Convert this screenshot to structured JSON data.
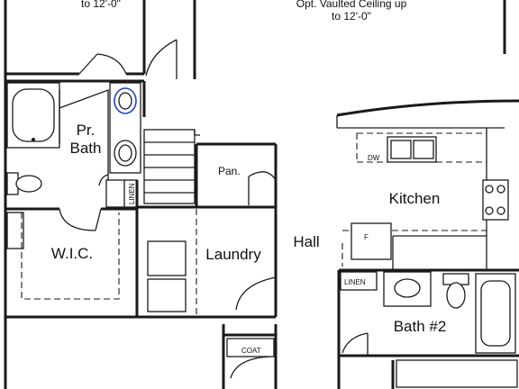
{
  "labels": {
    "note_left": "to 12'-0\"",
    "note_right_line1": "Opt. Vaulted Ceiling up",
    "note_right_line2": "to 12'-0\"",
    "pr_bath_line1": "Pr.",
    "pr_bath_line2": "Bath",
    "linen_vertical": "LINEN",
    "pantry": "Pan.",
    "kitchen": "Kitchen",
    "dishwasher": "DW",
    "wic": "W.I.C.",
    "laundry": "Laundry",
    "hall": "Hall",
    "fridge": "F",
    "linen_bath2": "LINEN",
    "bath2": "Bath #2",
    "coat": "COAT"
  },
  "colors": {
    "ink": "#1a1a1a",
    "highlight": "#1a44c8",
    "paper": "#ffffff"
  }
}
